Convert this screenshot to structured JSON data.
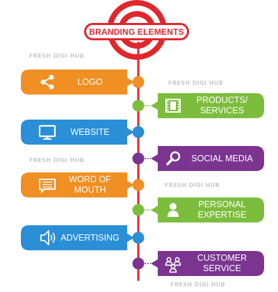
{
  "title": "BRANDING ELEMENTS",
  "watermark": "FRESH DIGI HUB",
  "colors": {
    "red": "#e1262d",
    "orange": "#f08f24",
    "green": "#7dbd3d",
    "blue": "#2a8fd6",
    "purple": "#7b3590"
  },
  "items": [
    {
      "label_lines": [
        "LOGO"
      ],
      "icon": "share-icon",
      "color": "orange"
    },
    {
      "label_lines": [
        "PRODUCTS/",
        "SERVICES"
      ],
      "icon": "film-icon",
      "color": "green"
    },
    {
      "label_lines": [
        "WEBSITE"
      ],
      "icon": "monitor-icon",
      "color": "blue"
    },
    {
      "label_lines": [
        "SOCIAL MEDIA"
      ],
      "icon": "magnifier-icon",
      "color": "purple"
    },
    {
      "label_lines": [
        "WORD OF",
        "MOUTH"
      ],
      "icon": "chat-icon",
      "color": "orange"
    },
    {
      "label_lines": [
        "PERSONAL",
        "EXPERTISE"
      ],
      "icon": "person-icon",
      "color": "green"
    },
    {
      "label_lines": [
        "ADVERTISING"
      ],
      "icon": "speaker-icon",
      "color": "blue"
    },
    {
      "label_lines": [
        "CUSTOMER",
        "SERVICE"
      ],
      "icon": "people-icon",
      "color": "purple"
    }
  ]
}
